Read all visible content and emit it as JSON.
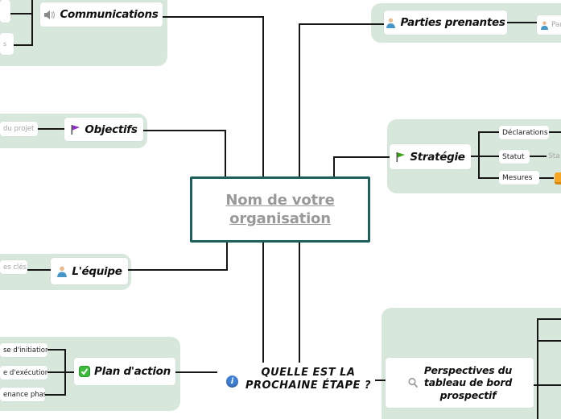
{
  "palette": {
    "group_bg": "#d7e7dc",
    "node_bg": "#ffffff",
    "connector": "#161616",
    "central_border": "#1d5f5b",
    "central_text": "#999999",
    "placeholder_text": "#a6a6a6",
    "info_blue": "#3f7fd6",
    "check_green": "#3dbb3d",
    "flag_purple": "#8b2fc9",
    "flag_green": "#3aa517",
    "mesures_chip_orange": "#f5a623"
  },
  "central": {
    "line1": "Nom de votre",
    "line2": "organisation"
  },
  "communications": {
    "label": "Communications",
    "edge_fragment": "s"
  },
  "parties": {
    "label": "Parties prenantes",
    "child_label": "Par"
  },
  "objectifs": {
    "label": "Objectifs",
    "placeholder": "du projet"
  },
  "strategie": {
    "label": "Stratégie",
    "children": [
      {
        "label": "Déclarations"
      },
      {
        "label": "Statut",
        "placeholder": "Sta"
      },
      {
        "label": "Mesures"
      }
    ]
  },
  "equipe": {
    "label": "L'équipe",
    "placeholder": "es clés"
  },
  "plan": {
    "label": "Plan d'action",
    "children": [
      {
        "label": "se d'initiation"
      },
      {
        "label": "e d'exécution"
      },
      {
        "label": "enance phase"
      }
    ]
  },
  "next_step": {
    "line1": "QUELLE EST LA",
    "line2": "PROCHAINE ÉTAPE ?"
  },
  "perspectives": {
    "line1": "Perspectives du",
    "line2": "tableau de bord",
    "line3": "prospectif"
  }
}
